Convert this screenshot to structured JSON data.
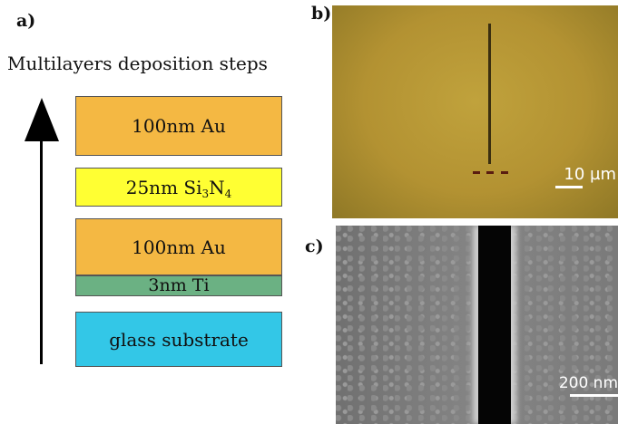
{
  "panels": {
    "a": "a)",
    "b": "b)",
    "c": "c)"
  },
  "diagram": {
    "title": "Multilayers deposition steps",
    "layers": [
      {
        "label": "100nm Au",
        "color": "#f4b843"
      },
      {
        "label_main": "25nm Si",
        "sub1": "3",
        "label_mid": "N",
        "sub2": "4",
        "color": "#ffff33"
      },
      {
        "label": "100nm Au",
        "color": "#f4b843"
      },
      {
        "label": "3nm Ti",
        "color": "#6bb183"
      },
      {
        "label": "glass substrate",
        "color": "#33c7e7"
      }
    ]
  },
  "micrographs": {
    "optical_scale": "10 µm",
    "sem_scale": "200 nm"
  }
}
